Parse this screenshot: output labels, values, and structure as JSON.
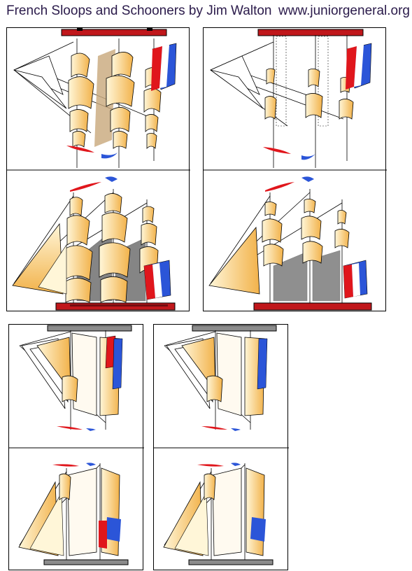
{
  "header": {
    "title": "French Sloops and Schooners by Jim Walton",
    "site": "www.juniorgeneral.org"
  },
  "colors": {
    "sail_light": "#fff6d8",
    "sail_dark": "#f2b24a",
    "hull_red": "#c0171b",
    "hull_gray": "#8c8c8c",
    "flag_red": "#e0161c",
    "flag_blue": "#2b55d8",
    "rigging": "#000000"
  },
  "cards": [
    {
      "name": "ship-card-sloop-a",
      "figures": [
        {
          "name": "sloop-front",
          "type": "ship3",
          "view": "front"
        },
        {
          "name": "sloop-side",
          "type": "ship3",
          "view": "side"
        }
      ]
    },
    {
      "name": "ship-card-sloop-b",
      "figures": [
        {
          "name": "sloop-front-alt",
          "type": "ship3",
          "view": "front-alt"
        },
        {
          "name": "sloop-side-alt",
          "type": "ship3",
          "view": "side-alt"
        }
      ]
    },
    {
      "name": "ship-card-schooner-a",
      "figures": [
        {
          "name": "schooner-front",
          "type": "ship2",
          "view": "front"
        },
        {
          "name": "schooner-side",
          "type": "ship2",
          "view": "side"
        }
      ]
    },
    {
      "name": "ship-card-schooner-b",
      "figures": [
        {
          "name": "schooner-front-alt",
          "type": "ship2",
          "view": "front"
        },
        {
          "name": "schooner-side-alt",
          "type": "ship2",
          "view": "side"
        }
      ]
    }
  ]
}
